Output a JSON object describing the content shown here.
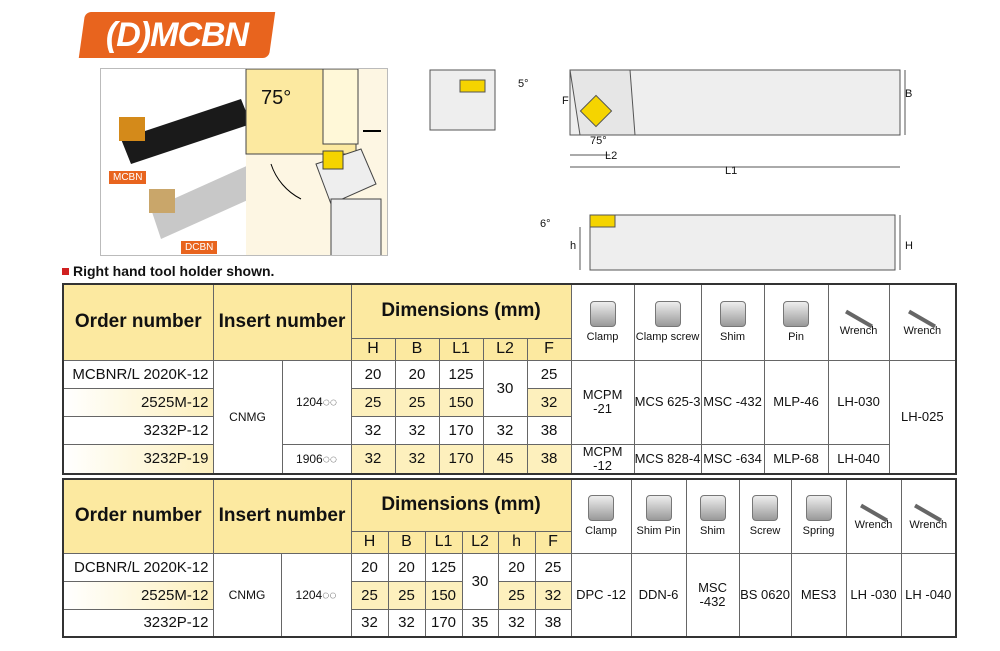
{
  "title": "(D)MCBN",
  "photo": {
    "angle": "75°",
    "tag_mcbn": "MCBN",
    "tag_dcbn": "DCBN"
  },
  "diagram": {
    "angle_top": "5°",
    "F": "F",
    "B": "B",
    "L1": "L1",
    "L2": "L2",
    "angle75": "75°",
    "angle6": "6°",
    "h": "h",
    "H": "H"
  },
  "note": "Right hand tool holder shown.",
  "table1": {
    "order_header": "Order number",
    "insert_header": "Insert number",
    "dims_header": "Dimensions (mm)",
    "dim_cols": [
      "H",
      "B",
      "L1",
      "L2",
      "F"
    ],
    "parts": [
      {
        "label": "Clamp",
        "icon": "clamp-icon"
      },
      {
        "label": "Clamp screw",
        "icon": "screw-icon"
      },
      {
        "label": "Shim",
        "icon": "shim-icon"
      },
      {
        "label": "Pin",
        "icon": "pin-icon"
      },
      {
        "label": "Wrench",
        "icon": "wrench-icon"
      },
      {
        "label": "Wrench",
        "icon": "wrench-icon"
      }
    ],
    "insert_type": "CNMG",
    "rows": [
      {
        "order": "MCBNR/L 2020K-12",
        "size": "1204◌◌",
        "H": "20",
        "B": "20",
        "L1": "125",
        "L2": "30",
        "F": "25"
      },
      {
        "order": "2525M-12",
        "H": "25",
        "B": "25",
        "L1": "150",
        "F": "32"
      },
      {
        "order": "3232P-12",
        "H": "32",
        "B": "32",
        "L1": "170",
        "L2": "32",
        "F": "38"
      },
      {
        "order": "3232P-19",
        "size": "1906◌◌",
        "H": "32",
        "B": "32",
        "L1": "170",
        "L2": "45",
        "F": "38"
      }
    ],
    "parts_group1": [
      "MCPM -21",
      "MCS 625-3",
      "MSC -432",
      "MLP-46",
      "LH-030"
    ],
    "parts_group2": [
      "MCPM -12",
      "MCS 828-4",
      "MSC -634",
      "MLP-68",
      "LH-040"
    ],
    "wrench2": "LH-025"
  },
  "table2": {
    "order_header": "Order number",
    "insert_header": "Insert number",
    "dims_header": "Dimensions (mm)",
    "dim_cols": [
      "H",
      "B",
      "L1",
      "L2",
      "h",
      "F"
    ],
    "parts": [
      {
        "label": "Clamp",
        "icon": "clamp-icon"
      },
      {
        "label": "Shim Pin",
        "icon": "shim-pin-icon"
      },
      {
        "label": "Shim",
        "icon": "shim-icon"
      },
      {
        "label": "Screw",
        "icon": "screw-icon"
      },
      {
        "label": "Spring",
        "icon": "spring-icon"
      },
      {
        "label": "Wrench",
        "icon": "wrench-icon"
      },
      {
        "label": "Wrench",
        "icon": "wrench-icon"
      }
    ],
    "insert_type": "CNMG",
    "insert_size": "1204◌◌",
    "rows": [
      {
        "order": "DCBNR/L 2020K-12",
        "H": "20",
        "B": "20",
        "L1": "125",
        "L2": "30",
        "h": "20",
        "F": "25"
      },
      {
        "order": "2525M-12",
        "H": "25",
        "B": "25",
        "L1": "150",
        "h": "25",
        "F": "32"
      },
      {
        "order": "3232P-12",
        "H": "32",
        "B": "32",
        "L1": "170",
        "L2": "35",
        "h": "32",
        "F": "38"
      }
    ],
    "part_values": [
      "DPC -12",
      "DDN-6",
      "MSC -432",
      "BS 0620",
      "MES3",
      "LH -030",
      "LH -040"
    ]
  }
}
